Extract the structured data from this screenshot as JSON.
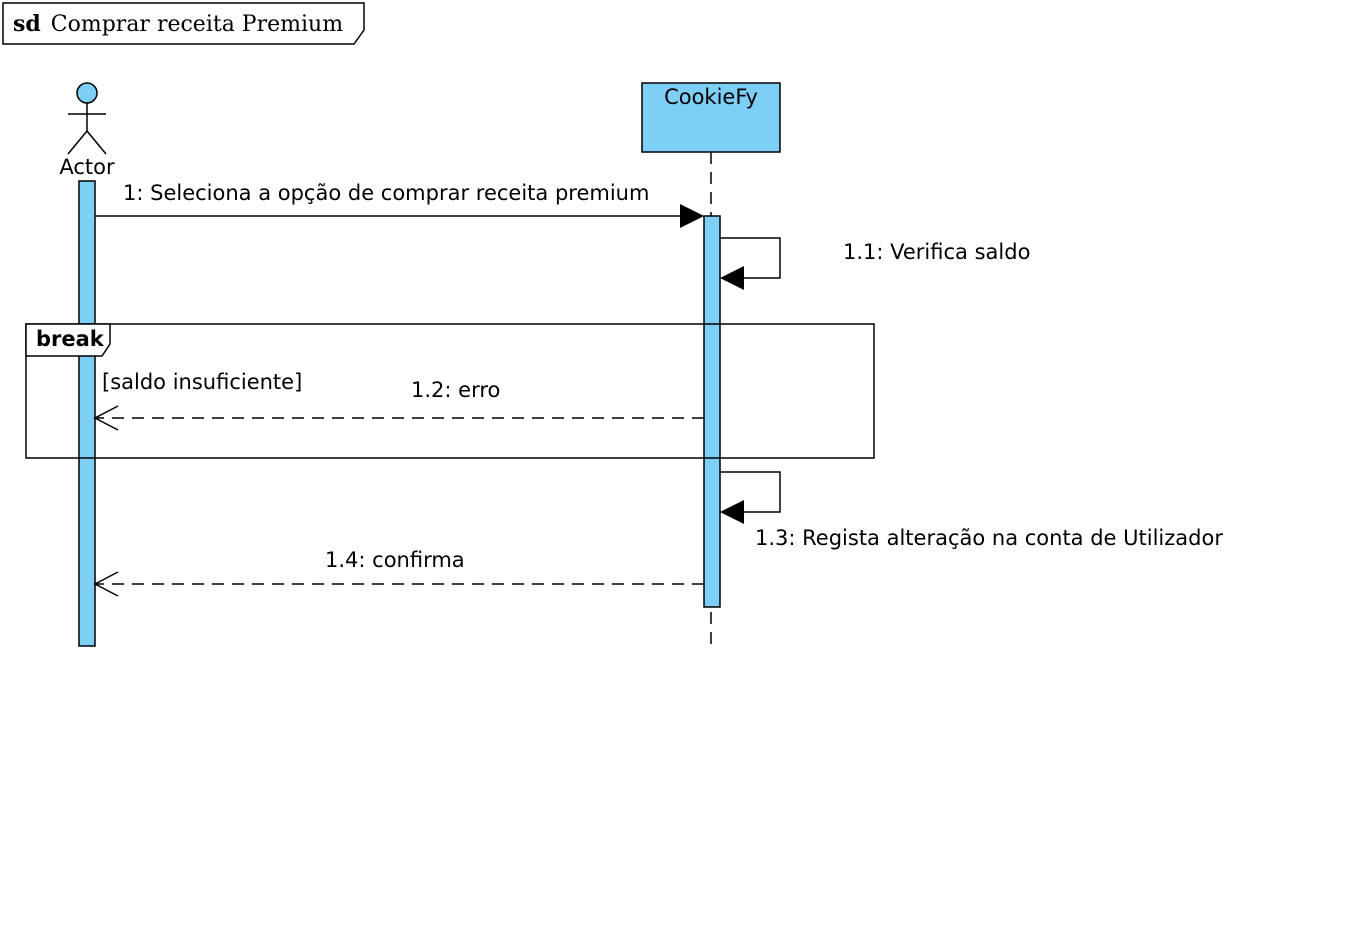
{
  "frame": {
    "keyword": "sd",
    "title": "Comprar receita Premium"
  },
  "lifelines": {
    "actor": {
      "label": "Actor"
    },
    "system": {
      "label": "CookieFy"
    }
  },
  "messages": {
    "m1": "1: Seleciona a opção de comprar receita premium",
    "m1_1": "1.1: Verifica saldo",
    "m1_2": "1.2: erro",
    "m1_3": "1.3: Regista alteração na  conta de Utilizador",
    "m1_4": "1.4: confirma"
  },
  "fragment": {
    "operator": "break",
    "guard": "[saldo insuficiente]"
  },
  "colors": {
    "activation_fill": "#7ecff5",
    "line": "#000000"
  }
}
